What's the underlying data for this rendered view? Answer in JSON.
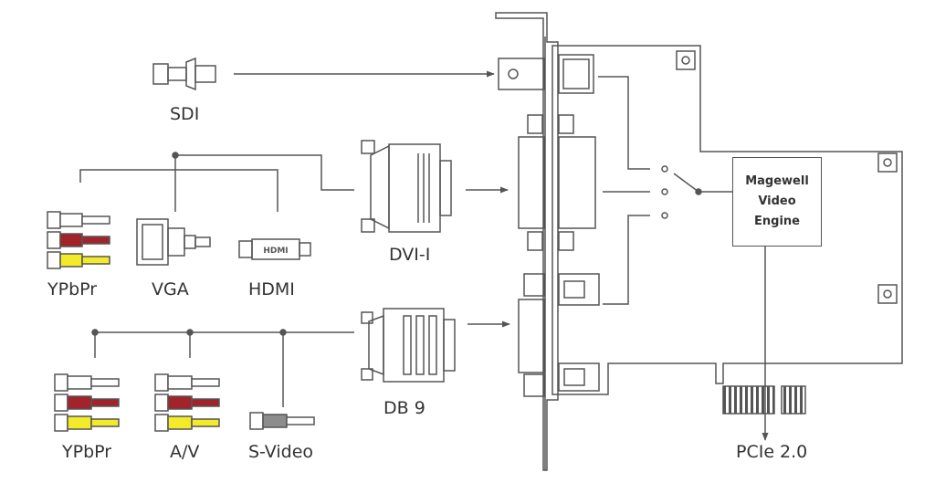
{
  "labels": {
    "sdi": "SDI",
    "dvi": "DVI-I",
    "ypbpr_top": "YPbPr",
    "vga": "VGA",
    "hdmi": "HDMI",
    "db9": "DB 9",
    "ypbpr_bottom": "YPbPr",
    "av": "A/V",
    "svideo": "S-Video",
    "pcie": "PCIe 2.0",
    "hdmi_plug_text": "HDMI"
  },
  "engine": {
    "line1": "Magewell",
    "line2": "Video",
    "line3": "Engine"
  },
  "colors": {
    "line": "#555555",
    "plug_white": "#ffffff",
    "plug_red": "#a3232a",
    "plug_yellow": "#f3ea2a",
    "plug_gray": "#8c8c8c",
    "gold_fingers": "#555555"
  }
}
